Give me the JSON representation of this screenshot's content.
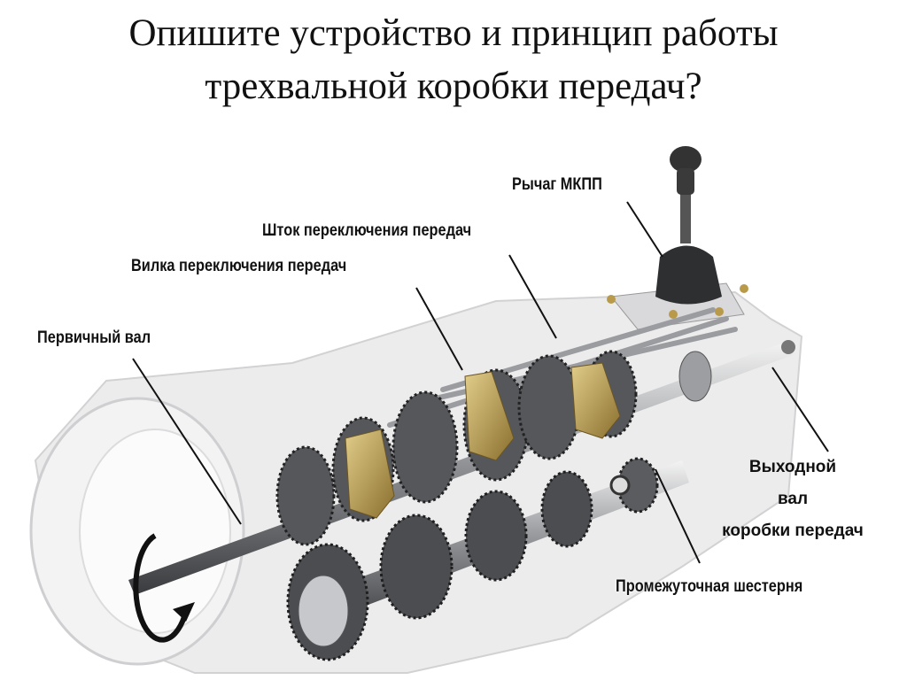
{
  "slide": {
    "title_lines": [
      "Опишите устройство и принцип работы",
      "трехвальной коробки передач?"
    ]
  },
  "diagram": {
    "labels": {
      "lever": "Рычаг МКПП",
      "shift_rod": "Шток переключения передач",
      "shift_fork": "Вилка переключения передач",
      "input_shaft": "Первичный вал",
      "output_shaft_lines": [
        "Выходной",
        "вал",
        "коробки передач"
      ],
      "idler_gear": "Промежуточная шестерня"
    },
    "colors": {
      "fork": "#b89a4a",
      "housing": "#e9e9ea",
      "metal": "#7d7f83"
    }
  }
}
